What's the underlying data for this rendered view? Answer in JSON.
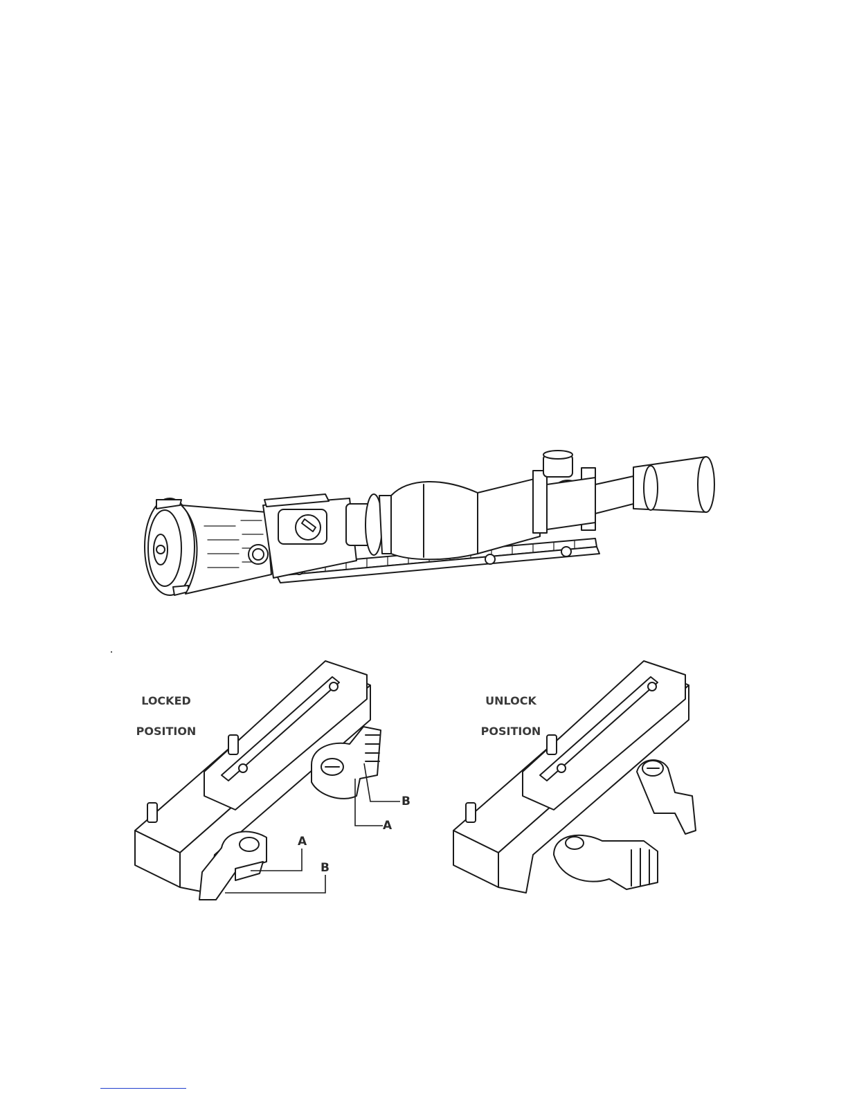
{
  "figures": {
    "scope": {
      "name": "rifle-scope-with-thermal-clip-on-illustration"
    },
    "mounts": [
      {
        "caption_line1": "LOCKED",
        "caption_line2": "POSITION",
        "callouts": [
          "A",
          "B",
          "A",
          "B"
        ]
      },
      {
        "caption_line1": "UNLOCK",
        "caption_line2": "POSITION"
      }
    ]
  },
  "colors": {
    "line": "#1a1a1a",
    "link": "#1f3dcc"
  }
}
